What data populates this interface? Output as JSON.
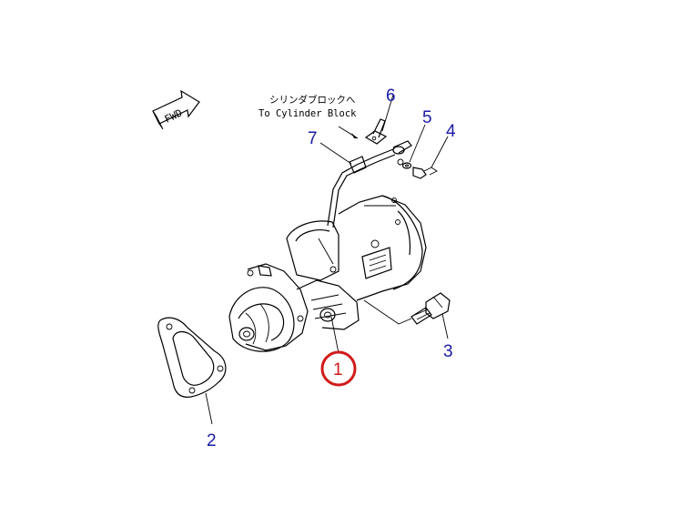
{
  "note": {
    "japanese": "シリンダブロックへ",
    "english": "To Cylinder Block"
  },
  "direction_label": "FWD",
  "parts": [
    "1",
    "2",
    "3",
    "4",
    "5",
    "6",
    "7"
  ],
  "colors": {
    "part_number": "#1a1aa6",
    "highlight_circle": "#d11a1a",
    "drawing": "#000000"
  }
}
